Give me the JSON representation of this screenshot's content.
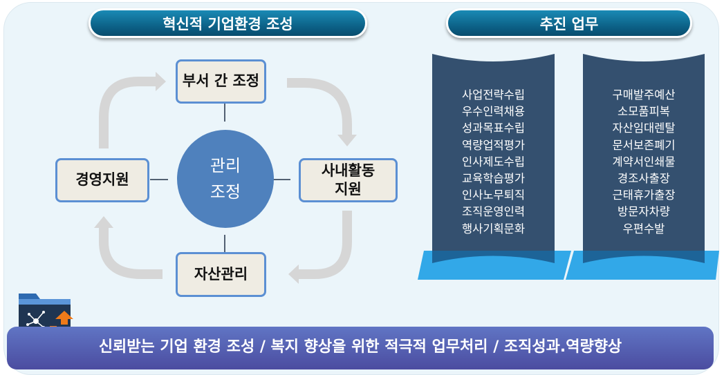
{
  "left_title": "혁신적 기업환경 조성",
  "right_title": "추진 업무",
  "center": {
    "line1": "관리",
    "line2": "조정"
  },
  "nodes": {
    "top": "부서 간 조정",
    "right_line1": "사내활동",
    "right_line2": "지원",
    "bottom": "자산관리",
    "left": "경영지원"
  },
  "duties_left": [
    "사업전략수립",
    "우수인력채용",
    "성과목표수립",
    "역량업적평가",
    "인사제도수립",
    "교육학습평가",
    "인사노무퇴직",
    "조직운영인력",
    "행사기획문화"
  ],
  "duties_right": [
    "구매발주예산",
    "소모품피복",
    "자산임대렌탈",
    "문서보존폐기",
    "계약서인쇄물",
    "경조사출장",
    "근태휴가출장",
    "방문자차량",
    "우편수발"
  ],
  "bottom_banner": "신뢰받는 기업 환경 조성 / 복지 향상을 위한 적극적 업무처리 / 조직성과.역량향상",
  "colors": {
    "banner": "#34506f",
    "band": "#1ea0e6",
    "circle": "#4f81bd"
  }
}
